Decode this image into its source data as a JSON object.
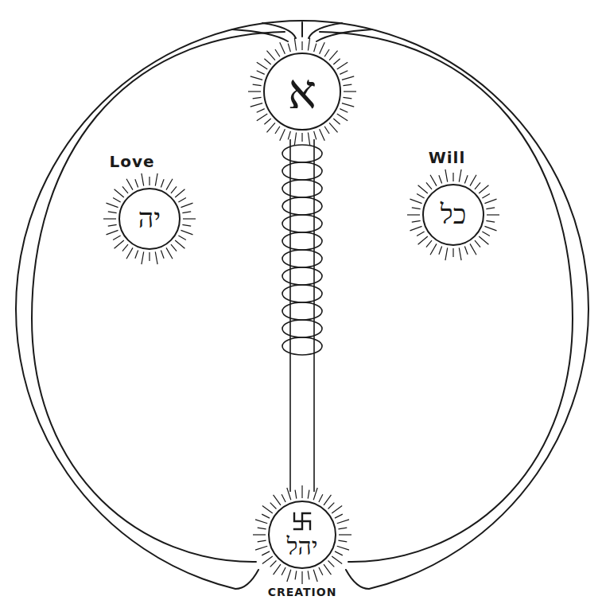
{
  "diagram": {
    "nodes": [
      {
        "text": [
          "א"
        ]
      },
      {
        "text": [
          "Love",
          "יה"
        ]
      },
      {
        "text": [
          "Will",
          "כל"
        ]
      },
      {
        "text": [
          "יהל",
          "CREATION"
        ]
      }
    ],
    "edges": [
      {
        "from": 0,
        "to": 3,
        "arrow": "none"
      }
    ]
  }
}
